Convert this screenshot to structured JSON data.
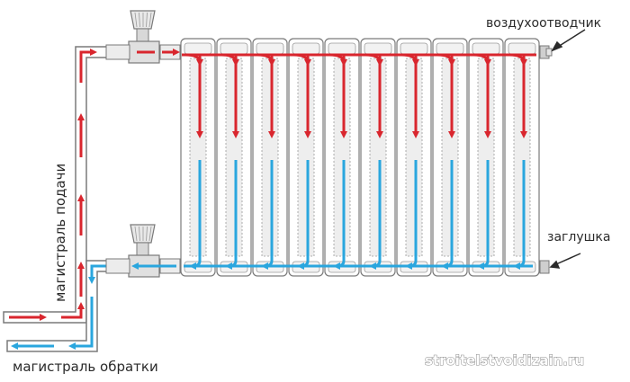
{
  "labels": {
    "air_vent": "воздухоотводчик",
    "plug": "заглушка",
    "supply_main": "магистраль подачи",
    "return_main": "магистраль обратки",
    "watermark": "stroitelstvoidizain.ru"
  },
  "diagram": {
    "sections_count": 10,
    "colors": {
      "supply": "#d9262e",
      "return": "#2aa6de",
      "outline": "#7a7a7a",
      "section_fill": "#ffffff",
      "label_text": "#2a2a2a"
    },
    "icons": [
      "radiator-valve-icon",
      "air-vent-icon",
      "plug-icon"
    ]
  }
}
